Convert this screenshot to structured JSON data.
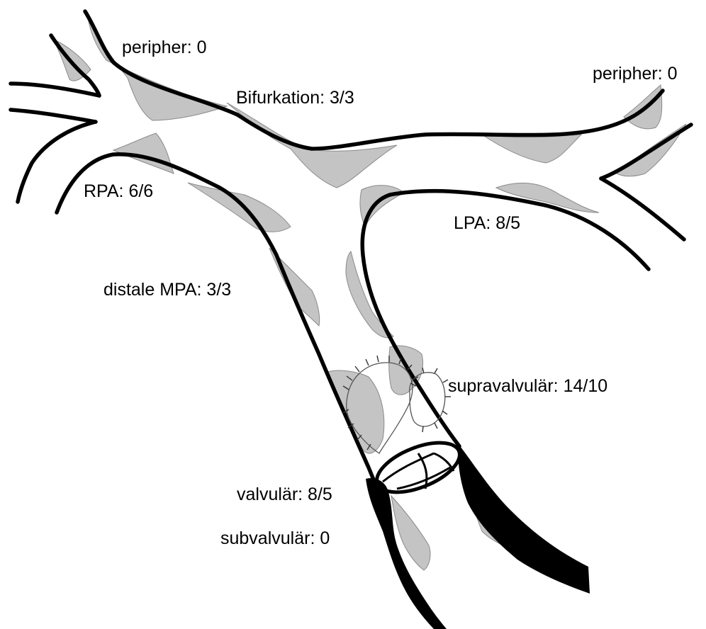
{
  "labels": {
    "peripher_right": "peripher: 0",
    "peripher_left": "peripher: 0",
    "bifurkation": "Bifurkation: 3/3",
    "rpa": "RPA: 6/6",
    "lpa": "LPA: 8/5",
    "distale_mpa": "distale MPA: 3/3",
    "supravalvular": "supravalvulär: 14/10",
    "valvular": "valvulär: 8/5",
    "subvalvular": "subvalvulär: 0"
  },
  "colors": {
    "vessel_wall": "#000000",
    "gradient_fill": "#c4c4c4",
    "background": "#ffffff"
  }
}
